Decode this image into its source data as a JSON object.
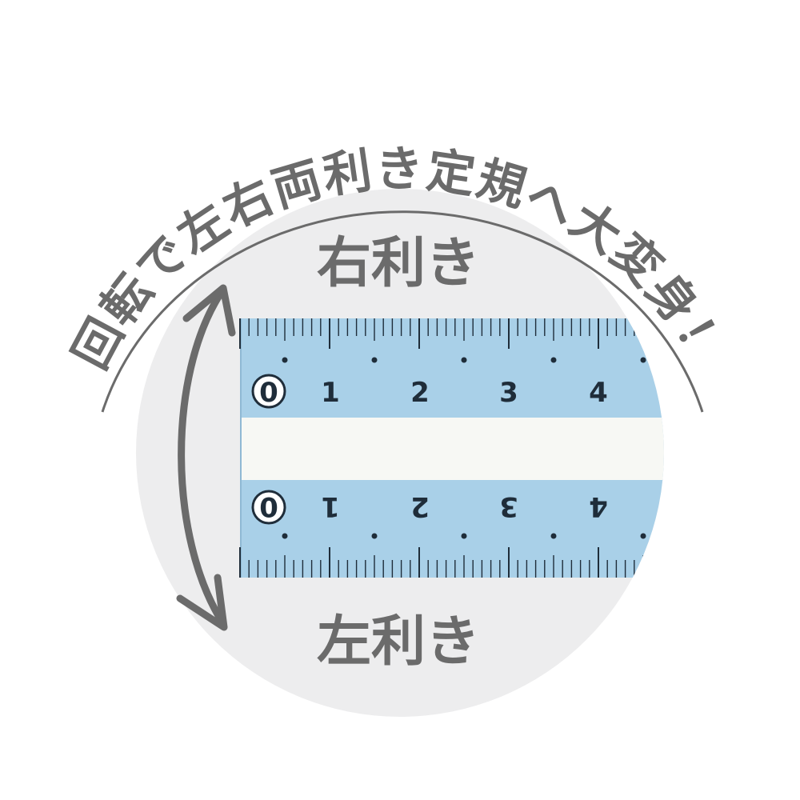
{
  "headline": "回転で左右両利き定規へ大変身！",
  "label_top": "右利き",
  "label_bottom": "左利き",
  "ruler": {
    "top_numbers": [
      "0",
      "1",
      "2",
      "3",
      "4"
    ],
    "bottom_numbers": [
      "0",
      "1",
      "2",
      "3",
      "4"
    ]
  },
  "colors": {
    "ruler_blue": "#a9d0e8",
    "tick": "#1f2d3a",
    "text_gray": "#6b6b6b",
    "circle_bg": "#ededee"
  },
  "icons": [
    "rotate-arrow-icon"
  ]
}
